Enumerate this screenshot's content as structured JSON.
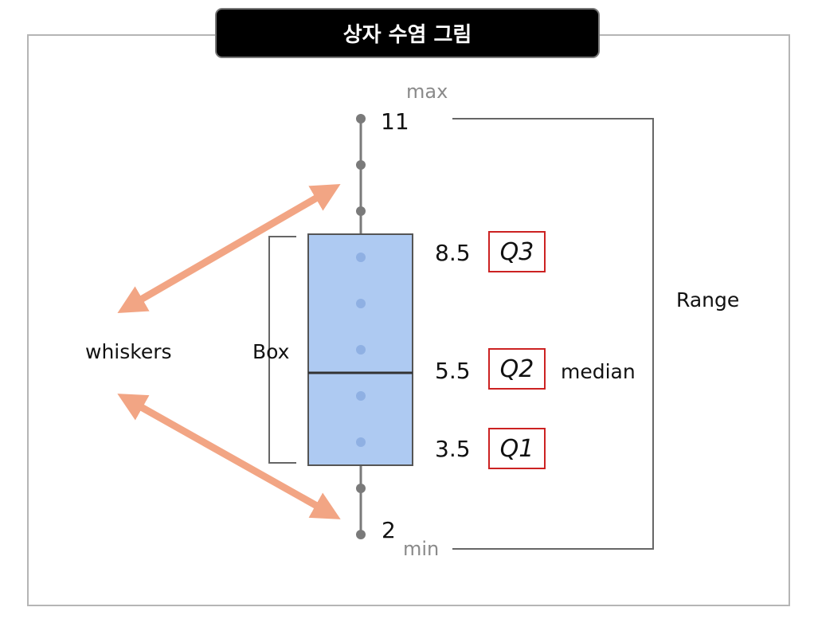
{
  "title": "상자 수염 그림",
  "labels": {
    "max": "max",
    "min": "min",
    "whiskers": "whiskers",
    "box": "Box",
    "range": "Range",
    "median": "median"
  },
  "chart_data": {
    "type": "boxplot",
    "max": 11,
    "q3": 8.5,
    "median": 5.5,
    "q1": 3.5,
    "min": 2,
    "points": [
      2,
      3,
      4,
      5,
      6,
      7,
      8,
      9,
      10,
      11
    ],
    "value_labels": {
      "max": "11",
      "q3": "8.5",
      "median": "5.5",
      "q1": "3.5",
      "min": "2"
    },
    "quartile_labels": {
      "q3": "Q3",
      "q2": "Q2",
      "q1": "Q1"
    },
    "colors": {
      "box_fill": "#aecaf2",
      "box_stroke": "#555555",
      "arrow": "#f2a584",
      "q_border": "#cc2222"
    }
  }
}
